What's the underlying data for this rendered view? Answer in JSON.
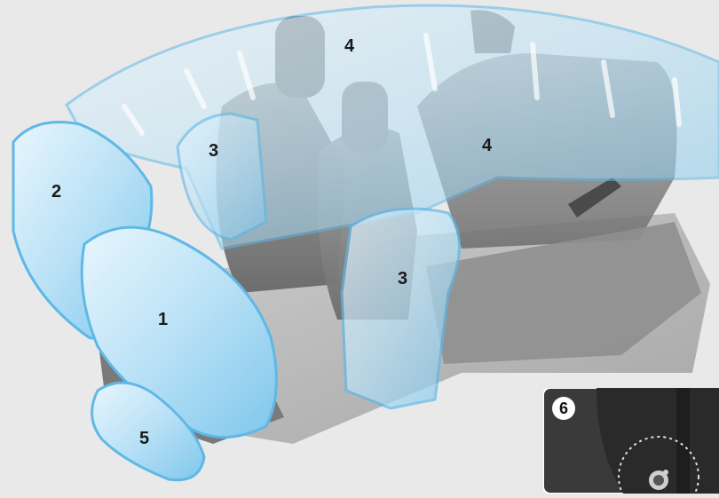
{
  "callouts": {
    "driver_front": "1",
    "knee": "2",
    "side_front": "3",
    "side_rear": "3",
    "curtain_front": "4",
    "curtain_rear": "4",
    "driver_knee_lower": "5",
    "inset": "6"
  },
  "colors": {
    "background": "#e9e9e9",
    "airbag_fill": "#bfe3f7",
    "airbag_edge": "#5fb8e6",
    "seat": "#8a8a8a",
    "inset_bg": "#3a3a3a"
  },
  "icons": {
    "inset": "airbag-off-indicator-icon"
  }
}
